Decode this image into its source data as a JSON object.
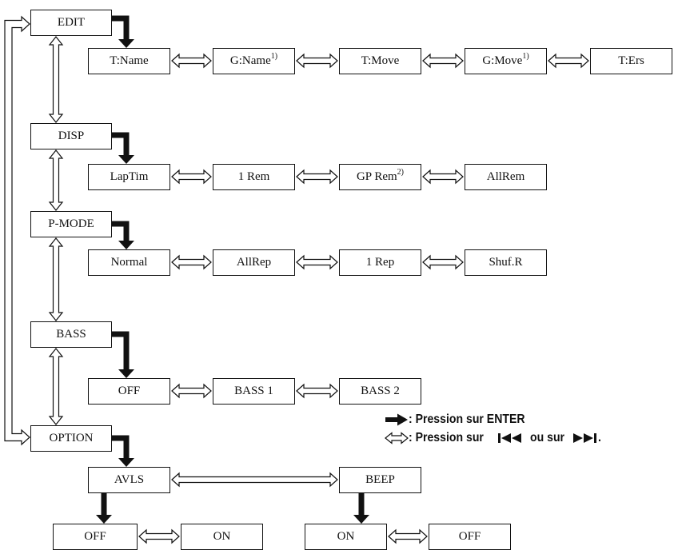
{
  "menus": {
    "edit": {
      "label": "EDIT",
      "items": [
        {
          "text": "T:Name",
          "note": ""
        },
        {
          "text": "G:Name",
          "note": "1)"
        },
        {
          "text": "T:Move",
          "note": ""
        },
        {
          "text": "G:Move",
          "note": "1)"
        },
        {
          "text": "T:Ers",
          "note": ""
        }
      ]
    },
    "disp": {
      "label": "DISP",
      "items": [
        {
          "text": "LapTim",
          "note": ""
        },
        {
          "text": "1 Rem",
          "note": ""
        },
        {
          "text": "GP Rem",
          "note": "2)"
        },
        {
          "text": "AllRem",
          "note": ""
        }
      ]
    },
    "pmode": {
      "label": "P-MODE",
      "items": [
        {
          "text": "Normal",
          "note": ""
        },
        {
          "text": "AllRep",
          "note": ""
        },
        {
          "text": "1 Rep",
          "note": ""
        },
        {
          "text": "Shuf.R",
          "note": ""
        }
      ]
    },
    "bass": {
      "label": "BASS",
      "items": [
        {
          "text": "OFF",
          "note": ""
        },
        {
          "text": "BASS 1",
          "note": ""
        },
        {
          "text": "BASS 2",
          "note": ""
        }
      ]
    },
    "option": {
      "label": "OPTION",
      "avls": {
        "label": "AVLS",
        "items": [
          {
            "text": "OFF"
          },
          {
            "text": "ON"
          }
        ]
      },
      "beep": {
        "label": "BEEP",
        "items": [
          {
            "text": "ON"
          },
          {
            "text": "OFF"
          }
        ]
      }
    }
  },
  "legend": {
    "enter": ": Pression sur ENTER",
    "skip_prefix": ": Pression sur",
    "skip_middle": "ou sur",
    "skip_suffix": "."
  },
  "colors": {
    "line": "#111111",
    "background": "#ffffff"
  }
}
